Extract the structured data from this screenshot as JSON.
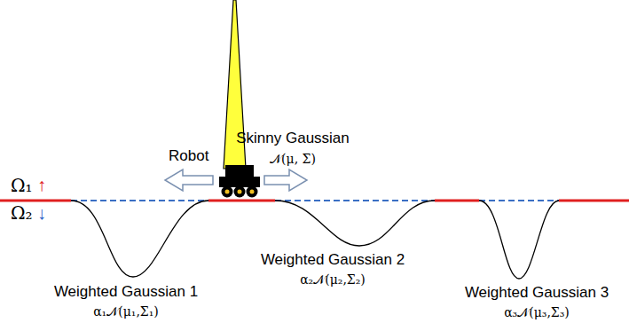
{
  "diagram": {
    "labels": [
      "Ω₁",
      "↑",
      "Ω₂",
      "↓",
      "Skinny Gaussian",
      "𝒩(μ, Σ)",
      "Robot",
      "Weighted Gaussian 1",
      "α₁𝒩(μ₁,Σ₁)",
      "Weighted Gaussian 2",
      "α₂𝒩(μ₂,Σ₂)",
      "Weighted Gaussian 3",
      "α₃𝒩(μ₃,Σ₃)"
    ]
  }
}
